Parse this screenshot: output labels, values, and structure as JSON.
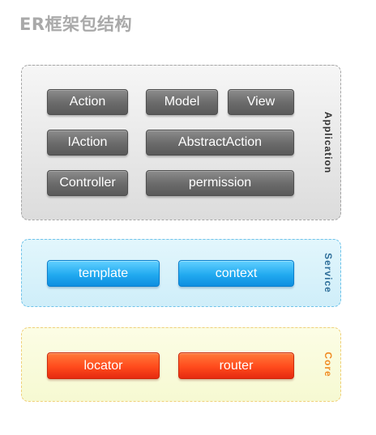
{
  "title": "ER框架包结构",
  "groups": {
    "application": {
      "label": "Application",
      "items": [
        "Action",
        "Model",
        "View",
        "IAction",
        "AbstractAction",
        "Controller",
        "permission"
      ]
    },
    "service": {
      "label": "Service",
      "items": [
        "template",
        "context"
      ]
    },
    "core": {
      "label": "Core",
      "items": [
        "locator",
        "router"
      ]
    }
  },
  "colors": {
    "application": "#6a6a6a",
    "service": "#22aaf0",
    "core": "#ff4a1c",
    "title": "#a9a9a9"
  }
}
